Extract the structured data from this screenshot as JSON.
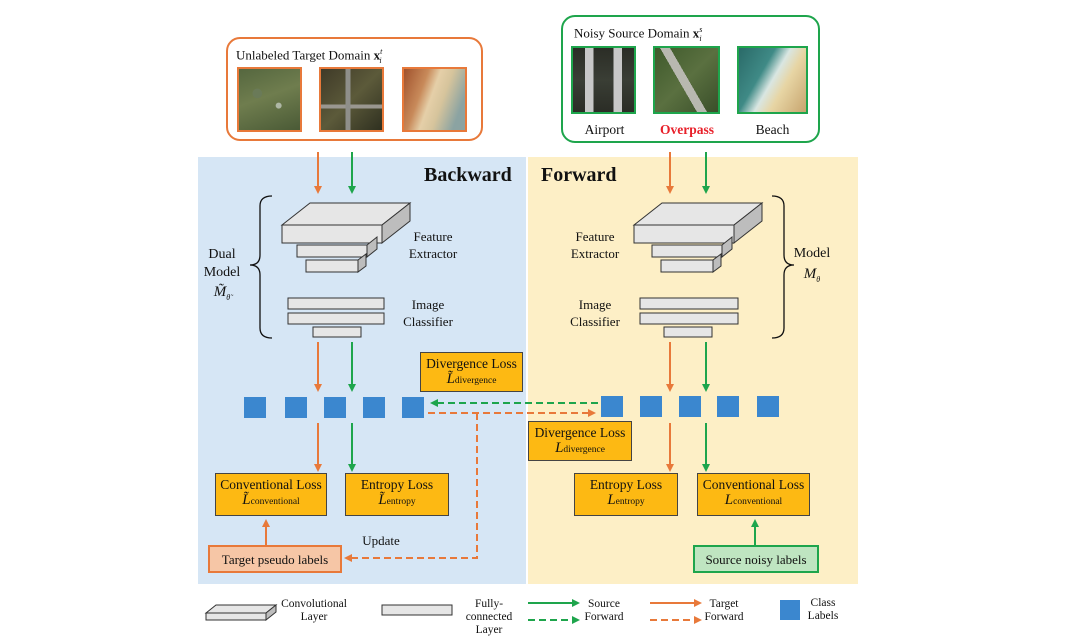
{
  "target_domain": {
    "title": "Unlabeled Target Domain",
    "symbol": "x",
    "sup": "t",
    "sub": "i"
  },
  "source_domain": {
    "title": "Noisy Source Domain",
    "symbol": "x",
    "sup": "s",
    "sub": "i",
    "labels": [
      "Airport",
      "Overpass",
      "Beach"
    ],
    "noisy_label_color": "#e8202a"
  },
  "backward": {
    "title": "Backward",
    "model_label": "Dual Model",
    "model_symbol": "M̃",
    "model_sub": "θ̃",
    "feature_extractor": "Feature Extractor",
    "image_classifier": "Image Classifier"
  },
  "forward": {
    "title": "Forward",
    "model_label": "Model",
    "model_symbol": "M",
    "model_sub": "θ",
    "feature_extractor": "Feature Extractor",
    "image_classifier": "Image Classifier"
  },
  "losses": {
    "div_tilde": {
      "name": "Divergence Loss",
      "sym": "L̃",
      "sub": "divergence"
    },
    "div": {
      "name": "Divergence Loss",
      "sym": "L",
      "sub": "divergence"
    },
    "conv_tilde": {
      "name": "Conventional Loss",
      "sym": "L̃",
      "sub": "conventional"
    },
    "ent_tilde": {
      "name": "Entropy Loss",
      "sym": "L̃",
      "sub": "entropy"
    },
    "ent": {
      "name": "Entropy Loss",
      "sym": "L",
      "sub": "entropy"
    },
    "conv": {
      "name": "Conventional Loss",
      "sym": "L",
      "sub": "conventional"
    }
  },
  "update_label": "Update",
  "target_pseudo_labels": "Target pseudo labels",
  "source_noisy_labels": "Source noisy labels",
  "legend": {
    "conv_layer": "Convolutional Layer",
    "fc_layer": "Fully-connected Layer",
    "source_forward": "Source Forward",
    "target_forward": "Target Forward",
    "class_labels": "Class Labels"
  },
  "colors": {
    "orange": "#e8793a",
    "green": "#1ea54c",
    "blue_bg": "#d6e6f5",
    "yellow_bg": "#fdefc6",
    "loss_fill": "#fdb913",
    "class_square": "#3b87cf",
    "pseudo_fill": "#f6c6a6",
    "noisy_fill": "#bfe5c1",
    "legend_bg": "#e2e2e2"
  }
}
